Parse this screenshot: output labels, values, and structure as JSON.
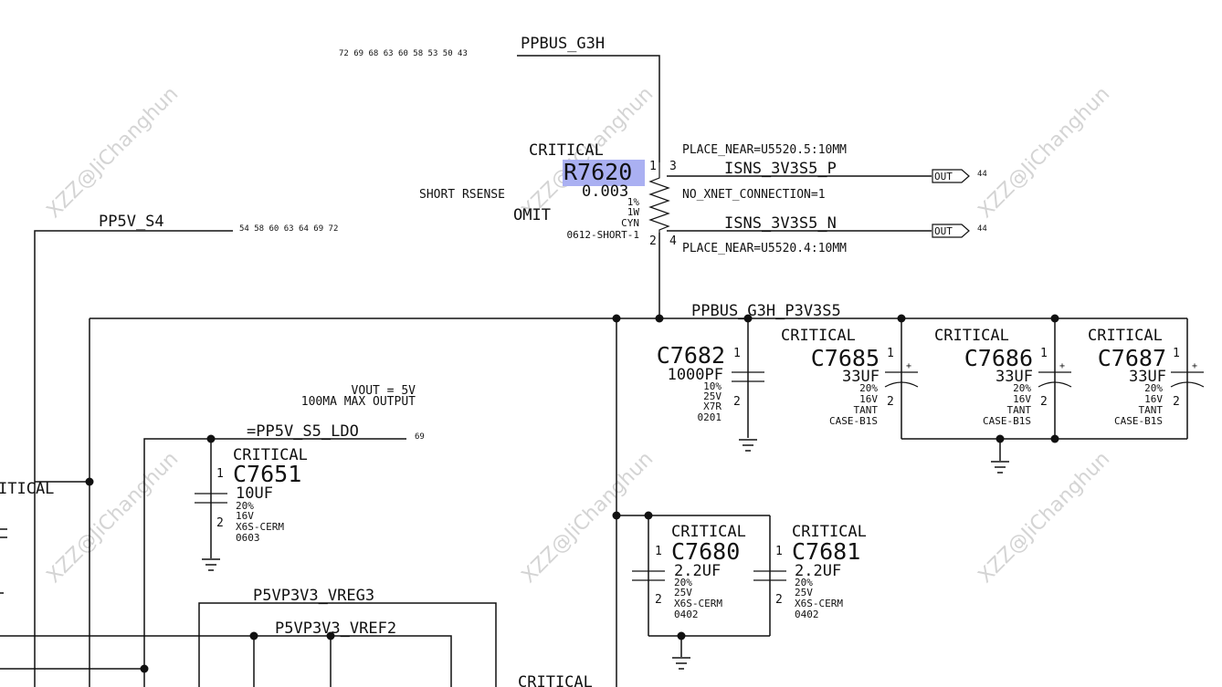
{
  "watermark": "XZZ@JiChanghun",
  "nets": {
    "ppbus_g3h": "PPBUS_G3H",
    "ppbus_g3h_refs": "72 69 68 63 60 58 53 50 43",
    "pp5v_s4": "PP5V_S4",
    "pp5v_s4_refs": "54 58 60 63 64 69 72",
    "ppbus_g3h_p3v3s5": "PPBUS_G3H_P3V3S5",
    "pp5v_s5_ldo": "=PP5V_S5_LDO",
    "pp5v_s5_ldo_ref": "69",
    "p5vp3v3_vreg3": "P5VP3V3_VREG3",
    "p5vp3v3_vref2": "P5VP3V3_VREF2",
    "isns_p": "ISNS_3V3S5_P",
    "isns_n": "ISNS_3V3S5_N",
    "out_label": "OUT",
    "isns_p_ref": "44",
    "isns_n_ref": "44"
  },
  "resistor": {
    "critical": "CRITICAL",
    "ref": "R7620",
    "value": "0.003",
    "short_rsense": "SHORT RSENSE",
    "omit": "OMIT",
    "spec1": "1%",
    "spec2": "1W",
    "spec3": "CYN",
    "package": "0612-SHORT-1",
    "pin1": "1",
    "pin2": "2",
    "pin3": "3",
    "pin4": "4",
    "place_near_p": "PLACE_NEAR=U5520.5:10MM",
    "no_xnet": "NO_XNET_CONNECTION=1",
    "place_near_n": "PLACE_NEAR=U5520.4:10MM",
    "highlight_color": "#aab0f2"
  },
  "ldo_note": {
    "line1": "VOUT = 5V",
    "line2": "100MA MAX OUTPUT"
  },
  "caps": {
    "c7682": {
      "ref": "C7682",
      "value": "1000PF",
      "s1": "10%",
      "s2": "25V",
      "s3": "X7R",
      "s4": "0201",
      "p1": "1",
      "p2": "2"
    },
    "c7685": {
      "critical": "CRITICAL",
      "ref": "C7685",
      "value": "33UF",
      "s1": "20%",
      "s2": "16V",
      "s3": "TANT",
      "s4": "CASE-B1S",
      "p1": "1",
      "p2": "2"
    },
    "c7686": {
      "critical": "CRITICAL",
      "ref": "C7686",
      "value": "33UF",
      "s1": "20%",
      "s2": "16V",
      "s3": "TANT",
      "s4": "CASE-B1S",
      "p1": "1",
      "p2": "2"
    },
    "c7687": {
      "critical": "CRITICAL",
      "ref": "C7687",
      "value": "33UF",
      "s1": "20%",
      "s2": "16V",
      "s3": "TANT",
      "s4": "CASE-B1S",
      "p1": "1",
      "p2": "2"
    },
    "c7651": {
      "critical": "CRITICAL",
      "ref": "C7651",
      "value": "10UF",
      "s1": "20%",
      "s2": "16V",
      "s3": "X6S-CERM",
      "s4": "0603",
      "p1": "1",
      "p2": "2"
    },
    "c7680": {
      "critical": "CRITICAL",
      "ref": "C7680",
      "value": "2.2UF",
      "s1": "20%",
      "s2": "25V",
      "s3": "X6S-CERM",
      "s4": "0402",
      "p1": "1",
      "p2": "2"
    },
    "c7681": {
      "critical": "CRITICAL",
      "ref": "C7681",
      "value": "2.2UF",
      "s1": "20%",
      "s2": "25V",
      "s3": "X6S-CERM",
      "s4": "0402",
      "p1": "1",
      "p2": "2"
    }
  },
  "partial": {
    "left_critical": "ITICAL",
    "bottom_critical": "CRITICAL"
  }
}
